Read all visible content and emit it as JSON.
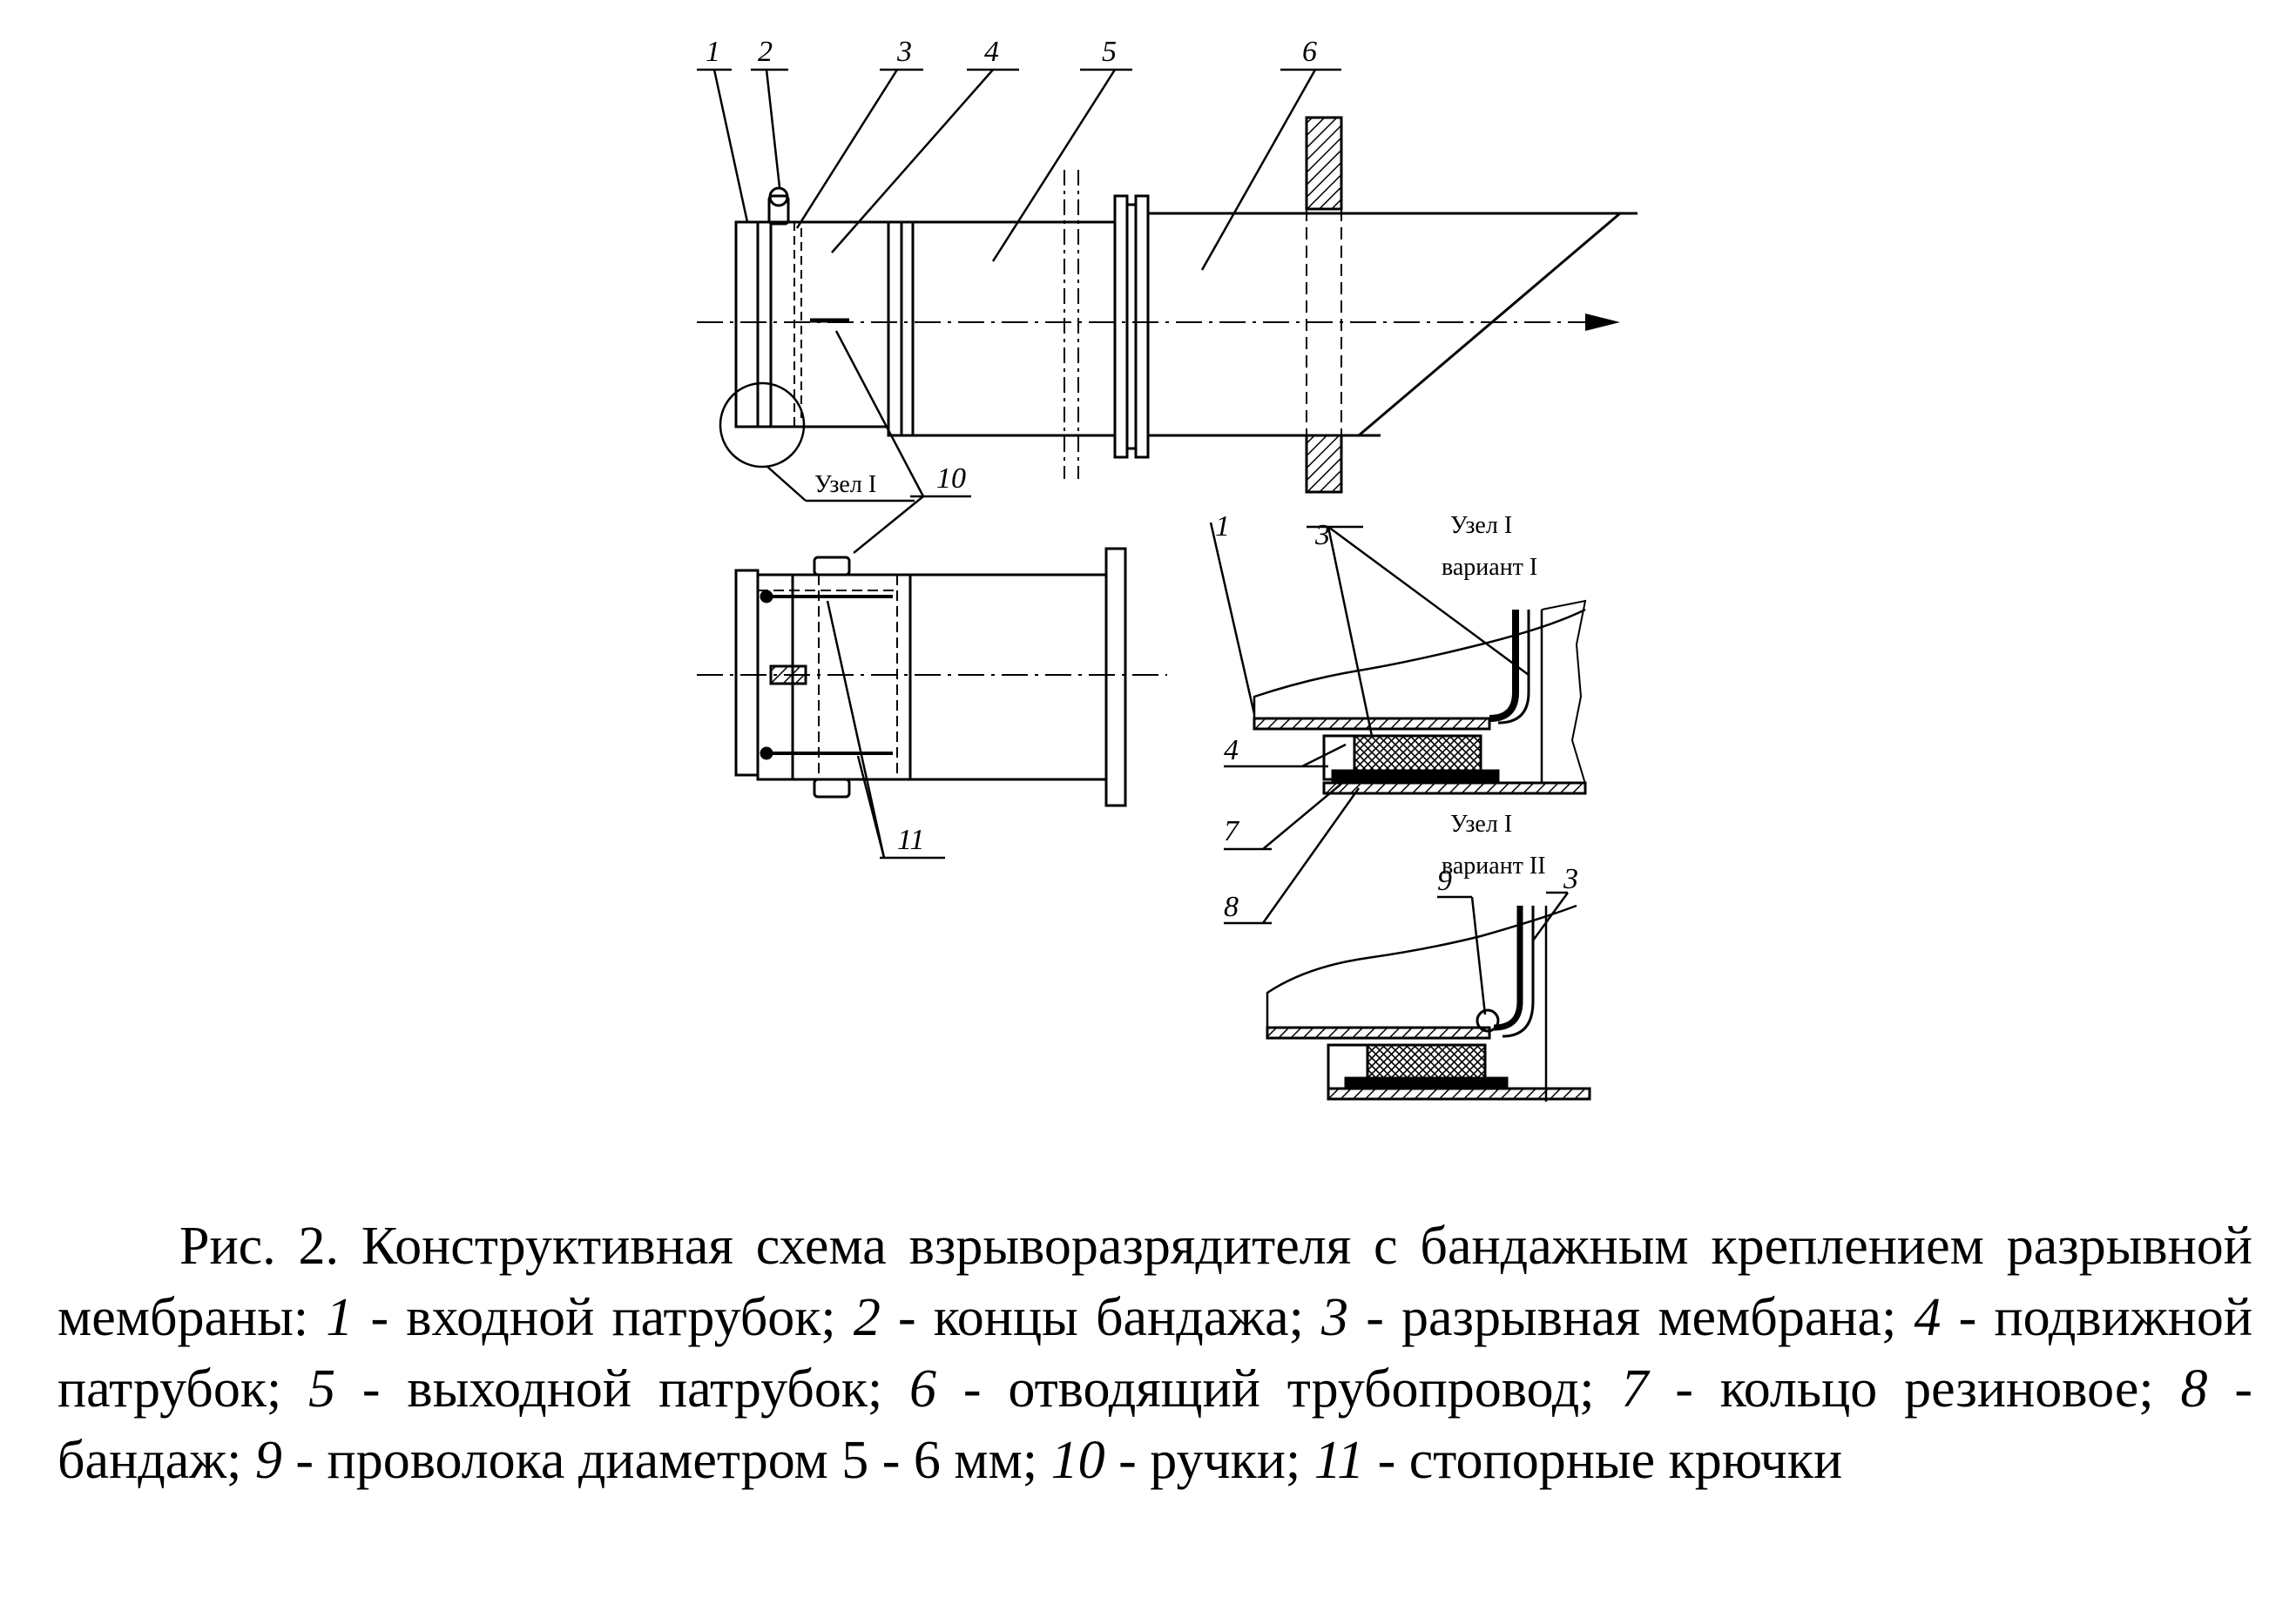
{
  "figure": {
    "labels": {
      "l1": "1",
      "l2": "2",
      "l3": "3",
      "l4": "4",
      "l5": "5",
      "l6": "6",
      "l7": "7",
      "l8": "8",
      "l9": "9",
      "l10": "10",
      "l11": "11"
    },
    "node_main": "Узел I",
    "variant1_title": "Узел I",
    "variant1_sub": "вариант I",
    "variant2_title": "Узел I",
    "variant2_sub": "вариант II"
  },
  "caption": {
    "head": "Рис. 2. Конструктивная схема взрыворазрядителя с бандажным креплением разрывной мембраны:",
    "items": [
      {
        "num": "1",
        "text": "входной патрубок;"
      },
      {
        "num": "2",
        "text": "концы бандажа;"
      },
      {
        "num": "3",
        "text": "разрывная мембрана;"
      },
      {
        "num": "4",
        "text": "подвижной патрубок;"
      },
      {
        "num": "5",
        "text": "выходной патрубок;"
      },
      {
        "num": "6",
        "text": "отводящий трубопровод;"
      },
      {
        "num": "7",
        "text": "кольцо резиновое;"
      },
      {
        "num": "8",
        "text": "бандаж;"
      },
      {
        "num": "9",
        "text": "проволока диаметром 5 - 6 мм;"
      },
      {
        "num": "10",
        "text": "ручки;"
      },
      {
        "num": "11",
        "text": "стопорные крючки"
      }
    ]
  }
}
